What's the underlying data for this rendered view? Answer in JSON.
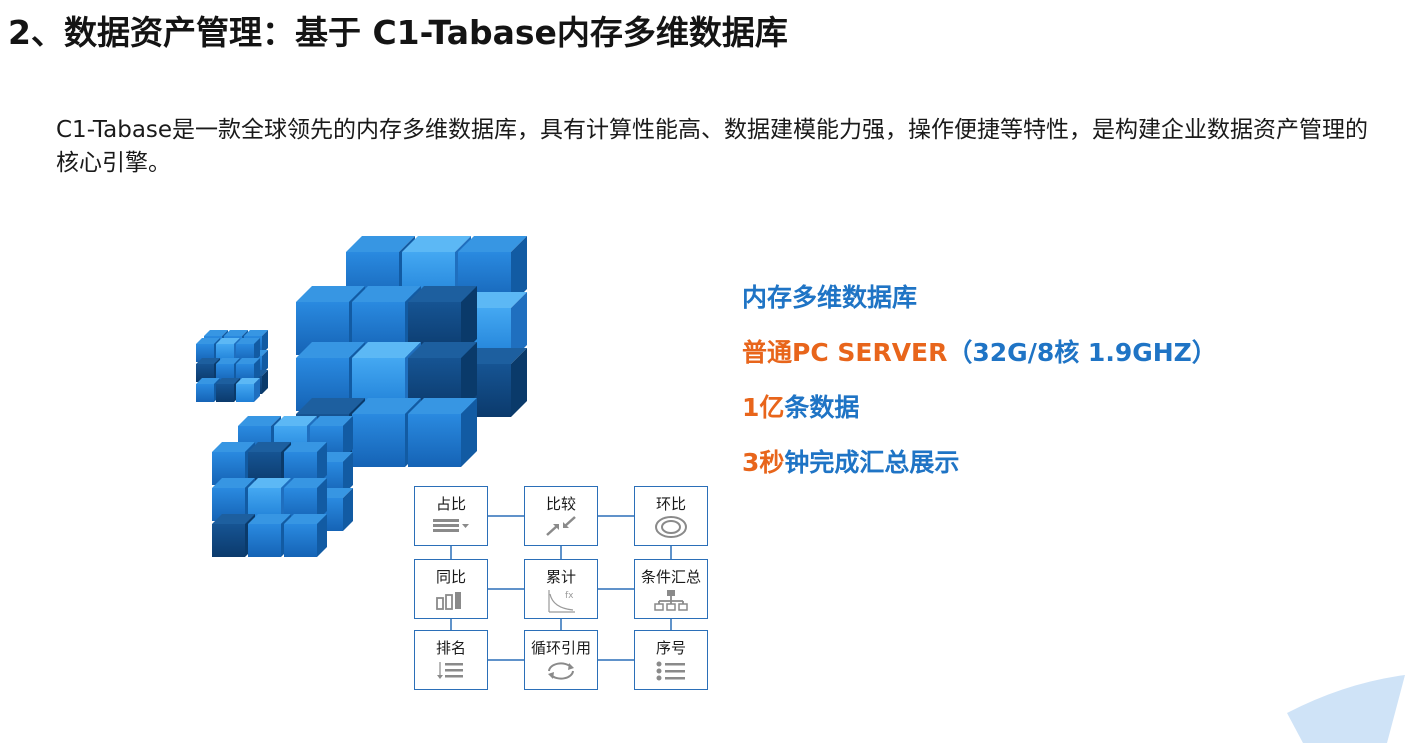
{
  "title": "2、数据资产管理：基于 C1-Tabase内存多维数据库",
  "intro": "C1-Tabase是一款全球领先的内存多维数据库，具有计算性能高、数据建模能力强，操作便捷等特性，是构建企业数据资产管理的核心引擎。",
  "features": [
    {
      "parts": [
        {
          "text": "内存多维数据库",
          "color": "blue"
        }
      ]
    },
    {
      "parts": [
        {
          "text": "普通PC SERVER",
          "color": "orange"
        },
        {
          "text": "（32G/8核 1.9GHZ）",
          "color": "blue"
        }
      ]
    },
    {
      "parts": [
        {
          "text": "1亿",
          "color": "orange"
        },
        {
          "text": "条数据",
          "color": "blue"
        }
      ]
    },
    {
      "parts": [
        {
          "text": "3秒",
          "color": "orange"
        },
        {
          "text": "钟完成汇总展示",
          "color": "blue"
        }
      ]
    }
  ],
  "functions": [
    {
      "label": "占比",
      "icon": "list-bars-icon"
    },
    {
      "label": "比较",
      "icon": "compress-arrows-icon"
    },
    {
      "label": "环比",
      "icon": "rings-icon"
    },
    {
      "label": "同比",
      "icon": "bar-columns-icon"
    },
    {
      "label": "累计",
      "icon": "fx-curve-icon"
    },
    {
      "label": "条件汇总",
      "icon": "tree-icon"
    },
    {
      "label": "排名",
      "icon": "ranking-list-icon"
    },
    {
      "label": "循环引用",
      "icon": "cycle-icon"
    },
    {
      "label": "序号",
      "icon": "numbered-list-icon"
    }
  ],
  "colors": {
    "blue": "#1f74c5",
    "orange": "#e8651b",
    "cube_light": "#2f8fe0",
    "cube_dark": "#0d3f73",
    "grid_border": "#2b6fb8"
  }
}
